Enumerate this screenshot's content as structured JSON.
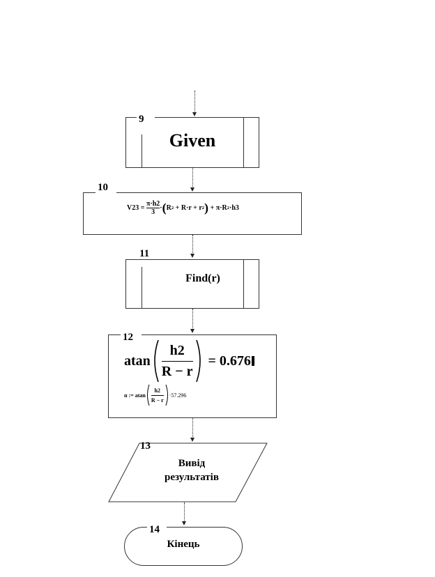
{
  "blocks": [
    {
      "num": "9",
      "text": "Given"
    },
    {
      "num": "10",
      "formula": {
        "lhs": "V23 =",
        "frac_num": "π·h2",
        "frac_den": "3",
        "mid": "·",
        "paren_open": "(",
        "t1": "R",
        "e1": "2",
        "t2": " + R·r + r",
        "e2": "2",
        "paren_close": ")",
        "tail1": " + π·R",
        "e3": "2",
        "tail2": "·h3"
      }
    },
    {
      "num": "11",
      "text": "Find(r)"
    },
    {
      "num": "12",
      "eq": {
        "fn": "atan",
        "num": "h2",
        "den": "R − r",
        "result": "= 0.676"
      },
      "alpha": {
        "lhs": "α := atan",
        "num": "h2",
        "den": "R − r",
        "tail": "·57.296"
      }
    },
    {
      "num": "13",
      "text_line1": "Вивід",
      "text_line2": "результатів"
    },
    {
      "num": "14",
      "text": "Кінець"
    }
  ]
}
